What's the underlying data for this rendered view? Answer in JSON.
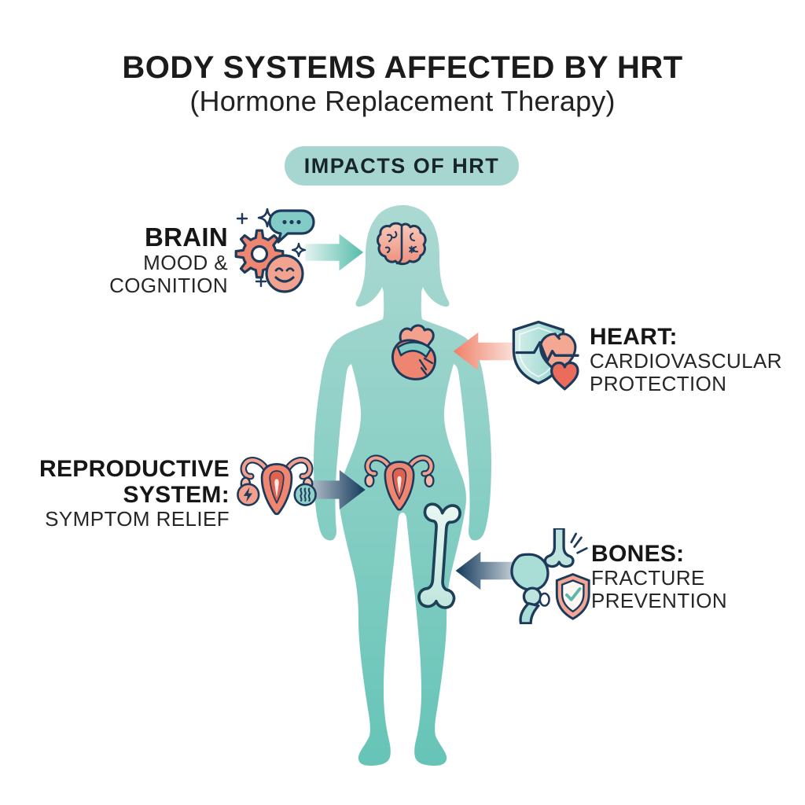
{
  "title": {
    "line1": "BODY SYSTEMS AFFECTED BY HRT",
    "line2": "(Hormone Replacement Therapy)"
  },
  "badge": {
    "label": "IMPACTS OF HRT"
  },
  "callouts": {
    "brain": {
      "title_lines": [
        "BRAIN"
      ],
      "body_lines": [
        "MOOD &",
        "COGNITION"
      ],
      "icons": [
        "gear-icon",
        "speech-bubble-icon",
        "smiley-face-icon",
        "sparkle-icons"
      ],
      "arrow": {
        "direction": "right",
        "color": "teal"
      }
    },
    "heart": {
      "title_lines": [
        "HEART:"
      ],
      "body_lines": [
        "CARDIOVASCULAR",
        "PROTECTION"
      ],
      "icons": [
        "shield-ekg-heart-icon",
        "small-heart-icon"
      ],
      "arrow": {
        "direction": "left",
        "color": "salmon"
      }
    },
    "reproductive": {
      "title_lines": [
        "REPRODUCTIVE",
        "SYSTEM:"
      ],
      "body_lines": [
        "SYMPTOM RELIEF"
      ],
      "icons": [
        "uterus-icon",
        "lightning-badge-icon",
        "heat-waves-badge-icon"
      ],
      "arrow": {
        "direction": "right",
        "color": "navy"
      }
    },
    "bones": {
      "title_lines": [
        "BONES:"
      ],
      "body_lines": [
        "FRACTURE",
        "PREVENTION"
      ],
      "icons": [
        "hip-bone-icon",
        "shield-check-icon",
        "impact-lines-icon"
      ],
      "arrow": {
        "direction": "left",
        "color": "navy"
      }
    }
  },
  "figure": {
    "type": "female-body-silhouette",
    "organ_icons": [
      "brain",
      "anatomical-heart",
      "uterus",
      "femur-bone"
    ]
  },
  "colors": {
    "background": "#ffffff",
    "text": "#1b1b1b",
    "badge_bg": "#a6d6cf",
    "body_teal_top": "#abd9d2",
    "body_teal_bottom": "#66c4b7",
    "teal_accent": "#54bcab",
    "salmon_accent": "#ef8570",
    "navy_accent": "#1d3a5a"
  }
}
